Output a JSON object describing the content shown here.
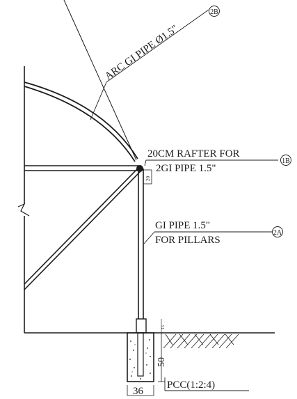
{
  "labels": {
    "arc_pipe": "ARC GI PIPE Ø1.5\"",
    "rafter_line1": "20CM RAFTER FOR",
    "rafter_line2": "2GI PIPE 1.5\"",
    "pillar_line1": "GI PIPE 1.5\"",
    "pillar_line2": "FOR PILLARS",
    "pcc": "PCC(1:2:4)"
  },
  "tags": {
    "arc": "2B",
    "rafter": "1B",
    "pillar": "2A"
  },
  "dimensions": {
    "rafter_depth": "20",
    "footing_depth": "50",
    "footing_width": "36",
    "ground_offset": "15"
  }
}
